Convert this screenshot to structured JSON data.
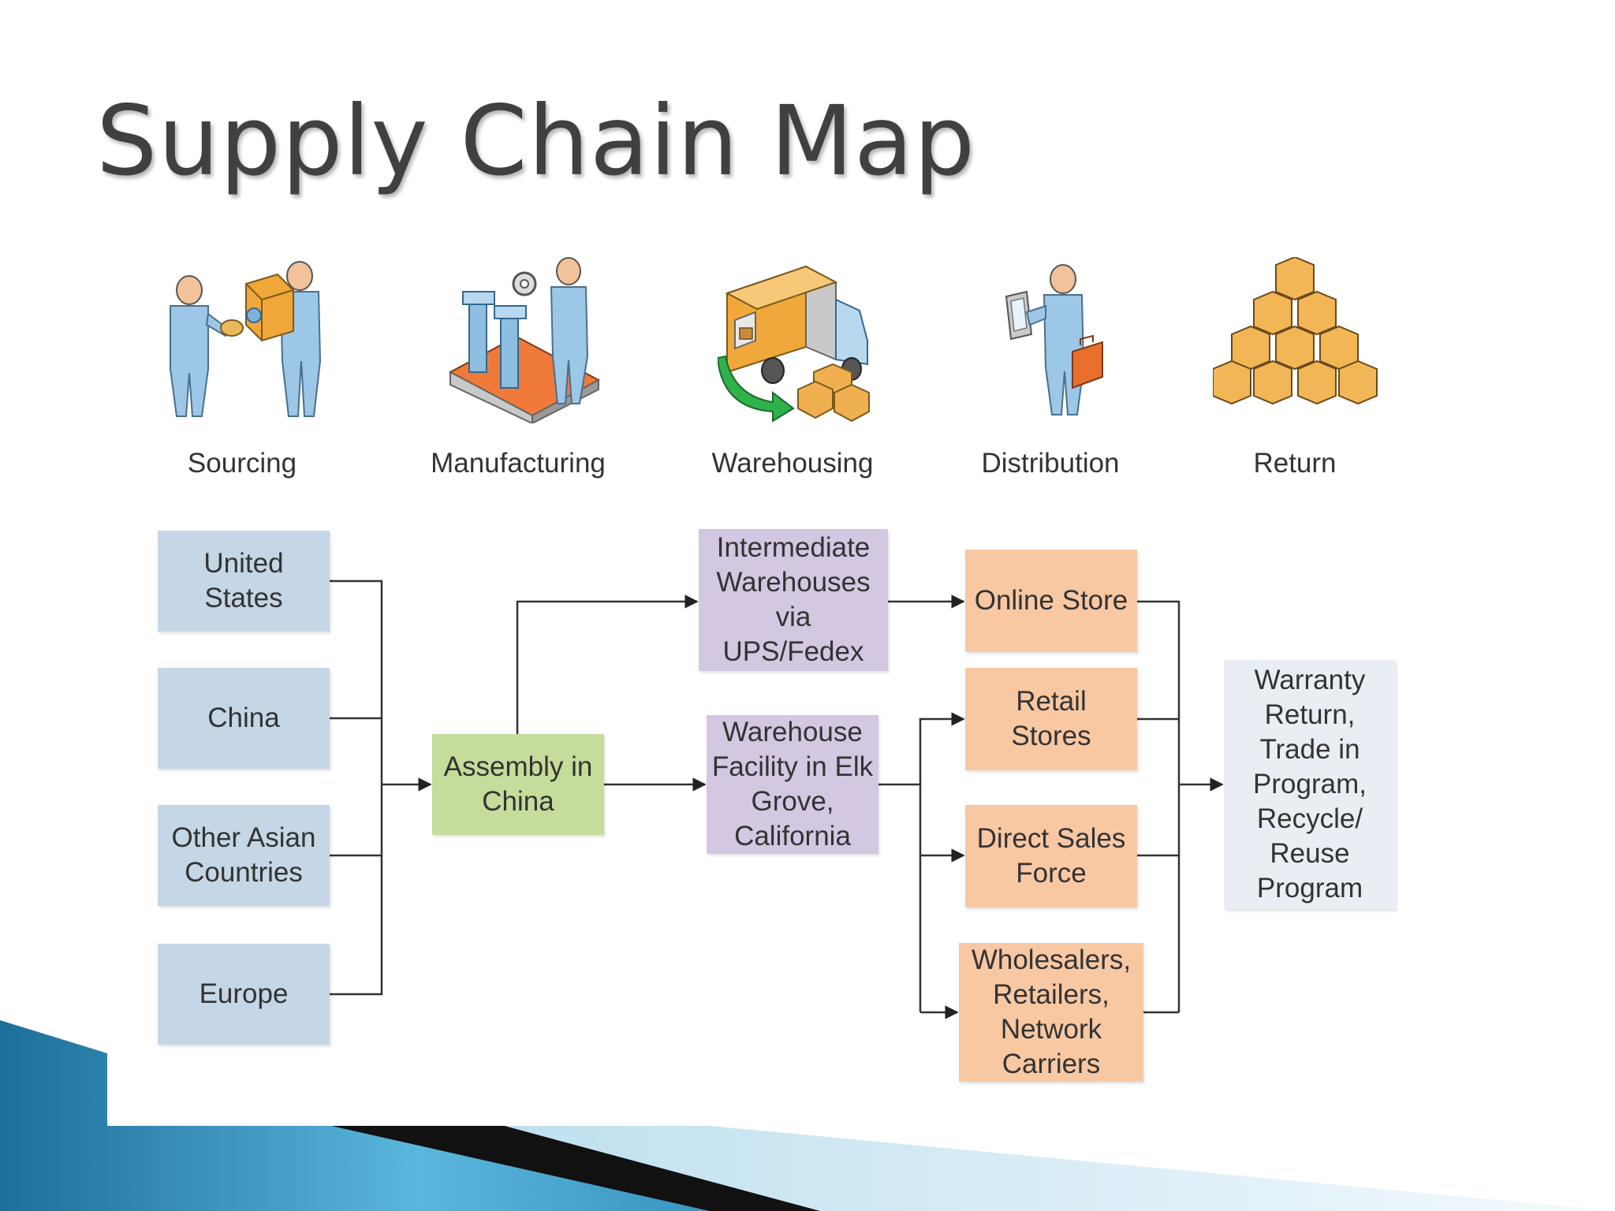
{
  "title": "Supply Chain Map",
  "stages": {
    "sourcing": "Sourcing",
    "manufacturing": "Manufacturing",
    "warehousing": "Warehousing",
    "distribution": "Distribution",
    "return": "Return"
  },
  "icons": [
    "people-exchange-icon",
    "assembly-line-icon",
    "delivery-truck-icon",
    "person-with-briefcase-icon",
    "stacked-boxes-icon"
  ],
  "nodes": {
    "united_states": "United States",
    "china": "China",
    "other_asian": "Other Asian Countries",
    "europe": "Europe",
    "assembly": "Assembly in China",
    "intermediate": "Intermediate Warehouses via UPS/Fedex",
    "warehouse_elk": "Warehouse Facility in Elk Grove, California",
    "online_store": "Online Store",
    "retail_stores": "Retail Stores",
    "direct_sales": "Direct Sales Force",
    "wholesalers": "Wholesalers, Retailers, Network Carriers",
    "warranty": "Warranty Return, Trade in Program, Recycle/ Reuse Program"
  },
  "edges": [
    [
      "united_states",
      "assembly"
    ],
    [
      "china",
      "assembly"
    ],
    [
      "other_asian",
      "assembly"
    ],
    [
      "europe",
      "assembly"
    ],
    [
      "assembly",
      "intermediate"
    ],
    [
      "assembly",
      "warehouse_elk"
    ],
    [
      "intermediate",
      "online_store"
    ],
    [
      "warehouse_elk",
      "retail_stores"
    ],
    [
      "warehouse_elk",
      "direct_sales"
    ],
    [
      "warehouse_elk",
      "wholesalers"
    ],
    [
      "online_store",
      "warranty"
    ],
    [
      "retail_stores",
      "warranty"
    ],
    [
      "direct_sales",
      "warranty"
    ],
    [
      "wholesalers",
      "warranty"
    ]
  ],
  "colors": {
    "source": "#c5d6e6",
    "assembly": "#c6dc9b",
    "warehouse": "#d3c7e2",
    "distribution": "#f8c8a3",
    "return": "#e9eef5",
    "footer_blue": "#2a87b4"
  }
}
